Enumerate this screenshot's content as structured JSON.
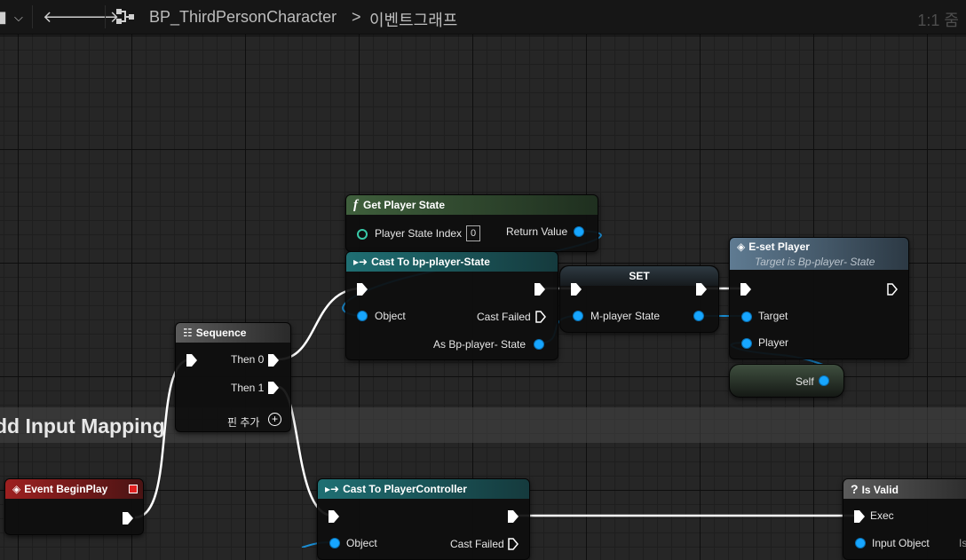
{
  "toolbar": {
    "bookmark_icon": "bookmark-icon",
    "chevron_icon": "chevron-down-icon",
    "back_icon": "arrow-left-icon",
    "forward_icon": "arrow-right-icon",
    "graph_icon": "graph-icon",
    "breadcrumb_blueprint": "BP_ThirdPersonCharacter",
    "breadcrumb_sep": ">",
    "breadcrumb_graph": "이벤트그래프",
    "zoom": "1:1 줌"
  },
  "comment": {
    "title": "dd Input Mapping"
  },
  "nodes": {
    "get_player_state": {
      "title": "Get Player State",
      "func_icon": "f",
      "pin_index": "Player State Index",
      "index_value": "0",
      "return_value": "Return Value"
    },
    "cast_player_state": {
      "title": "Cast To bp-player-State",
      "object": "Object",
      "cast_failed": "Cast Failed",
      "as_output": "As Bp-player- State"
    },
    "set_node": {
      "title": "SET",
      "variable": "M-player State"
    },
    "eset_player": {
      "title": "E-set Player",
      "subtitle": "Target is Bp-player- State",
      "target": "Target",
      "player": "Player"
    },
    "self_node": {
      "label": "Self"
    },
    "sequence": {
      "title": "Sequence",
      "then0": "Then 0",
      "then1": "Then 1",
      "add_pin": "핀 추가"
    },
    "event_begin_play": {
      "title": "Event BeginPlay"
    },
    "cast_player_controller": {
      "title": "Cast To PlayerController",
      "object": "Object",
      "cast_failed": "Cast Failed"
    },
    "is_valid": {
      "title": "Is Valid",
      "exec": "Exec",
      "input_object": "Input Object",
      "is_valid_out": "Is"
    }
  },
  "colors": {
    "object_pin": "#17a6ff",
    "exec_wire": "#ffffff",
    "object_wire": "#1a8fd6",
    "event_header": "#9d2020",
    "cast_header": "#1f6f73",
    "function_header": "#3f5f3c"
  }
}
